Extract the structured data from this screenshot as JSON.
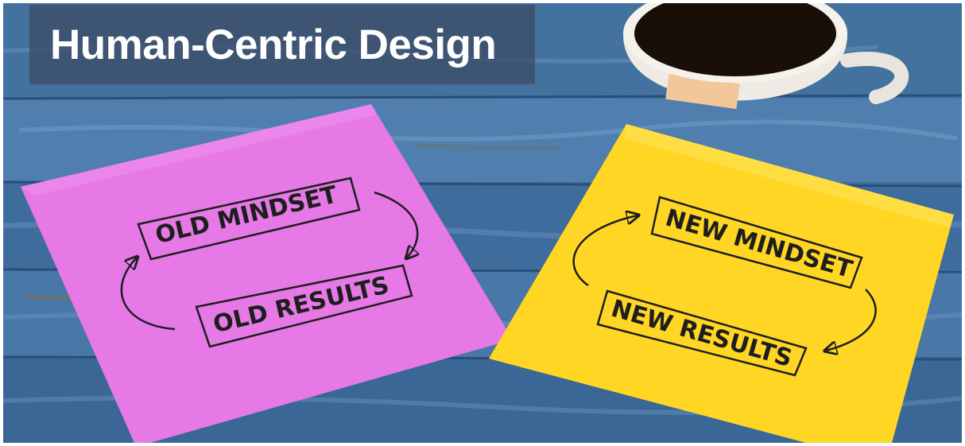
{
  "title": "Human-Centric Design",
  "colors": {
    "wood": "#3f6d9e",
    "wood_light": "#6f95bd",
    "pink_note": "#e679e6",
    "yellow_note": "#ffd624",
    "coffee": "#1a0e08",
    "mug": "#f2efe9",
    "banner": "#3a4862"
  },
  "notes": {
    "pink": {
      "box_top": "OLD MINDSET",
      "box_bottom": "OLD RESULTS"
    },
    "yellow": {
      "box_top": "NEW MINDSET",
      "box_bottom": "NEW RESULTS"
    }
  }
}
